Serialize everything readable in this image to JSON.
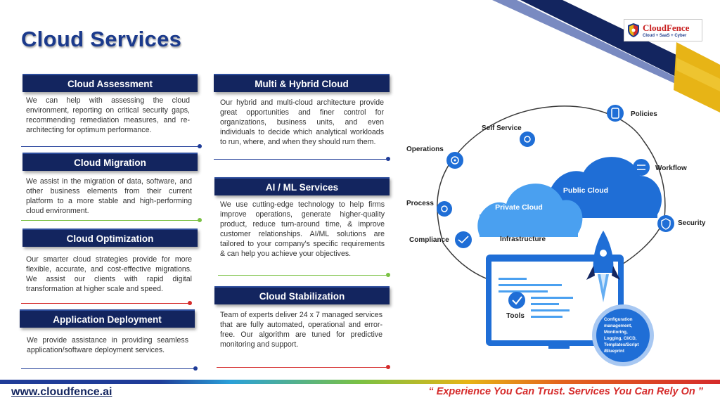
{
  "page": {
    "title": "Cloud Services"
  },
  "logo": {
    "name": "CloudFence",
    "tagline": "Cloud + SaaS + Cyber"
  },
  "sections": [
    {
      "title": "Cloud Assessment",
      "text": "We can help with assessing the cloud environment, reporting on critical security gaps, recommending remediation measures, and re-architecting for optimum performance."
    },
    {
      "title": "Cloud Migration",
      "text": "We assist in the migration of data, software, and other business elements from their current platform to a more stable and high-performing cloud environment."
    },
    {
      "title": "Cloud Optimization",
      "text": "Our smarter cloud strategies provide for more flexible, accurate, and cost-effective migrations. We assist our clients with rapid digital transformation at higher scale and speed."
    },
    {
      "title": "Application Deployment",
      "text": "We provide assistance in providing seamless application/software deployment services."
    },
    {
      "title": "Multi & Hybrid Cloud",
      "text": "Our hybrid and multi-cloud architecture provide great opportunities and finer control for organizations, business units, and even individuals to decide which analytical workloads to run, where, and when they should rum them."
    },
    {
      "title": "AI / ML Services",
      "text": "We use cutting-edge technology to help firms improve operations, generate higher-quality product, reduce turn-around time, & improve customer relationships. AI/ML solutions are tailored to your company's specific requirements & can help you achieve your objectives."
    },
    {
      "title": "Cloud Stabilization",
      "text": "Team of experts deliver 24 x 7 managed services that are fully automated, operational and error-free. Our algorithm are tuned for predictive monitoring and support."
    }
  ],
  "diagram": {
    "labels": {
      "policies": "Policies",
      "self_service": "Self Service",
      "operations": "Operations",
      "workflow": "Workflow",
      "process": "Process",
      "security": "Security",
      "compliance": "Compliance",
      "infrastructure": "Infrastructure",
      "tools": "Tools",
      "public_cloud": "Public Cloud",
      "private_cloud": "Private Cloud"
    },
    "badge_lines": [
      "Configuration",
      "management,",
      "Monitoring,",
      "Logging, CI/CD,",
      "Templates/Script",
      "/Blueprint"
    ]
  },
  "footer": {
    "website": "www.cloudfence.ai",
    "tagline": "“ Experience You Can Trust. Services You Can Rely On ”"
  },
  "colors": {
    "navy": "#13255f",
    "accent_blue": "#1f3c98",
    "cloud_blue": "#2a7de1",
    "gold": "#e7b416",
    "red": "#d52b2b",
    "green": "#7ac143"
  }
}
